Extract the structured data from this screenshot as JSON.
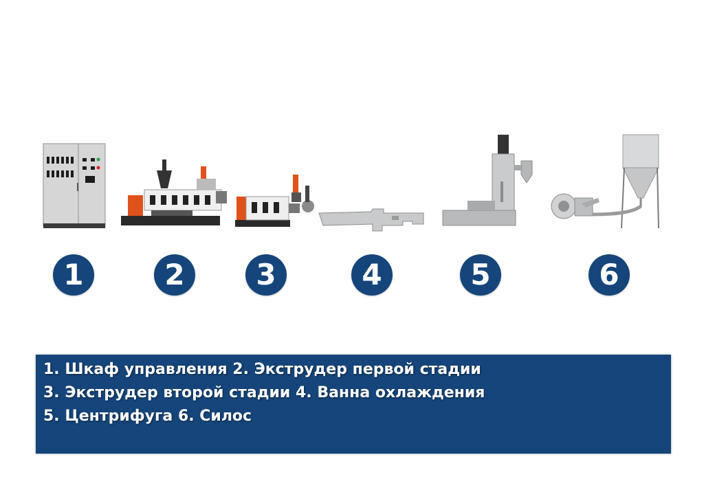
{
  "stations": [
    {
      "number": "1",
      "icon": "control-cabinet-icon"
    },
    {
      "number": "2",
      "icon": "first-stage-extruder-icon"
    },
    {
      "number": "3",
      "icon": "second-stage-extruder-icon"
    },
    {
      "number": "4",
      "icon": "cooling-bath-icon"
    },
    {
      "number": "5",
      "icon": "centrifuge-icon"
    },
    {
      "number": "6",
      "icon": "silo-icon"
    }
  ],
  "caption": {
    "lines": [
      "1. Шкаф управления 2. Экструдер первой стадии",
      "3. Экструдер второй стадии 4. Ванна охлаждения",
      "5. Центрифуга 6. Силос"
    ]
  },
  "colors": {
    "badge": "#15457a",
    "caption_background": "#15457a",
    "caption_text": "#ffffff",
    "machine_accent": "#e0521c"
  }
}
